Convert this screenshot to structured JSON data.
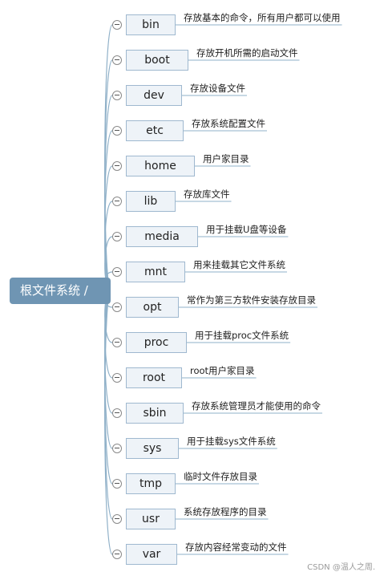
{
  "root": {
    "label": "根文件系统 /"
  },
  "branches": [
    {
      "name": "bin",
      "desc": "存放基本的命令，所有用户都可以使用"
    },
    {
      "name": "boot",
      "desc": "存放开机所需的启动文件"
    },
    {
      "name": "dev",
      "desc": "存放设备文件"
    },
    {
      "name": "etc",
      "desc": "存放系统配置文件"
    },
    {
      "name": "home",
      "desc": "用户家目录"
    },
    {
      "name": "lib",
      "desc": "存放库文件"
    },
    {
      "name": "media",
      "desc": "用于挂载U盘等设备"
    },
    {
      "name": "mnt",
      "desc": "用来挂载其它文件系统"
    },
    {
      "name": "opt",
      "desc": "常作为第三方软件安装存放目录"
    },
    {
      "name": "proc",
      "desc": "用于挂载proc文件系统"
    },
    {
      "name": "root",
      "desc": "root用户家目录"
    },
    {
      "name": "sbin",
      "desc": "存放系统管理员才能使用的命令"
    },
    {
      "name": "sys",
      "desc": "用于挂载sys文件系统"
    },
    {
      "name": "tmp",
      "desc": "临时文件存放目录"
    },
    {
      "name": "usr",
      "desc": "系统存放程序的目录"
    },
    {
      "name": "var",
      "desc": "存放内容经常变动的文件"
    }
  ],
  "watermark": "CSDN @温人之周."
}
